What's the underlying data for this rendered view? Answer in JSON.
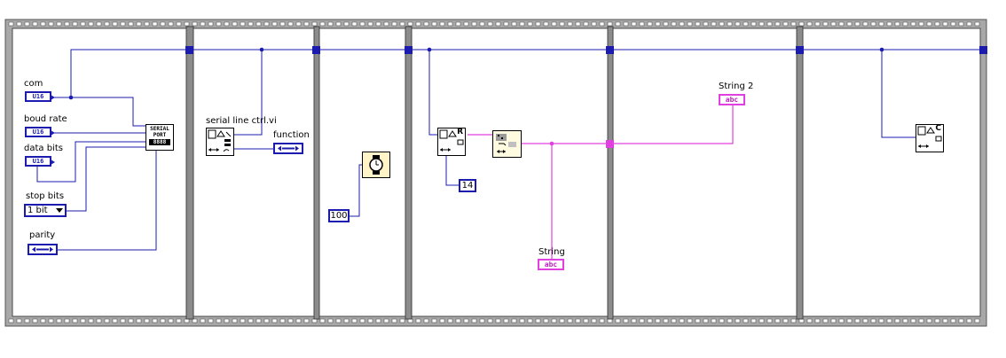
{
  "diagram": {
    "controls": {
      "com": {
        "label": "com",
        "type": "U16"
      },
      "baud_rate": {
        "label": "boud rate",
        "type": "U16"
      },
      "data_bits": {
        "label": "data bits",
        "type": "U16"
      },
      "stop_bits": {
        "label": "stop bits",
        "value": "1 bit"
      },
      "parity": {
        "label": "parity"
      }
    },
    "serial_port_vi": {
      "text_line1": "SERIAL",
      "text_line2": "PORT",
      "text_line3": "8888"
    },
    "serial_line_ctrl": {
      "label": "serial line ctrl.vi"
    },
    "function_ctrl": {
      "label": "function"
    },
    "wait_constant": {
      "value": "100"
    },
    "read_constant": {
      "value": "14"
    },
    "string_indicators": [
      {
        "label": "String 2",
        "type": "abc"
      },
      {
        "label": "String",
        "type": "abc"
      }
    ],
    "read_vi_letter": "R",
    "close_vi_letter": "C",
    "colors": {
      "wire_numeric": "#1b1bb0",
      "wire_string": "#e040e0",
      "frame": "#7f7f7f"
    }
  }
}
